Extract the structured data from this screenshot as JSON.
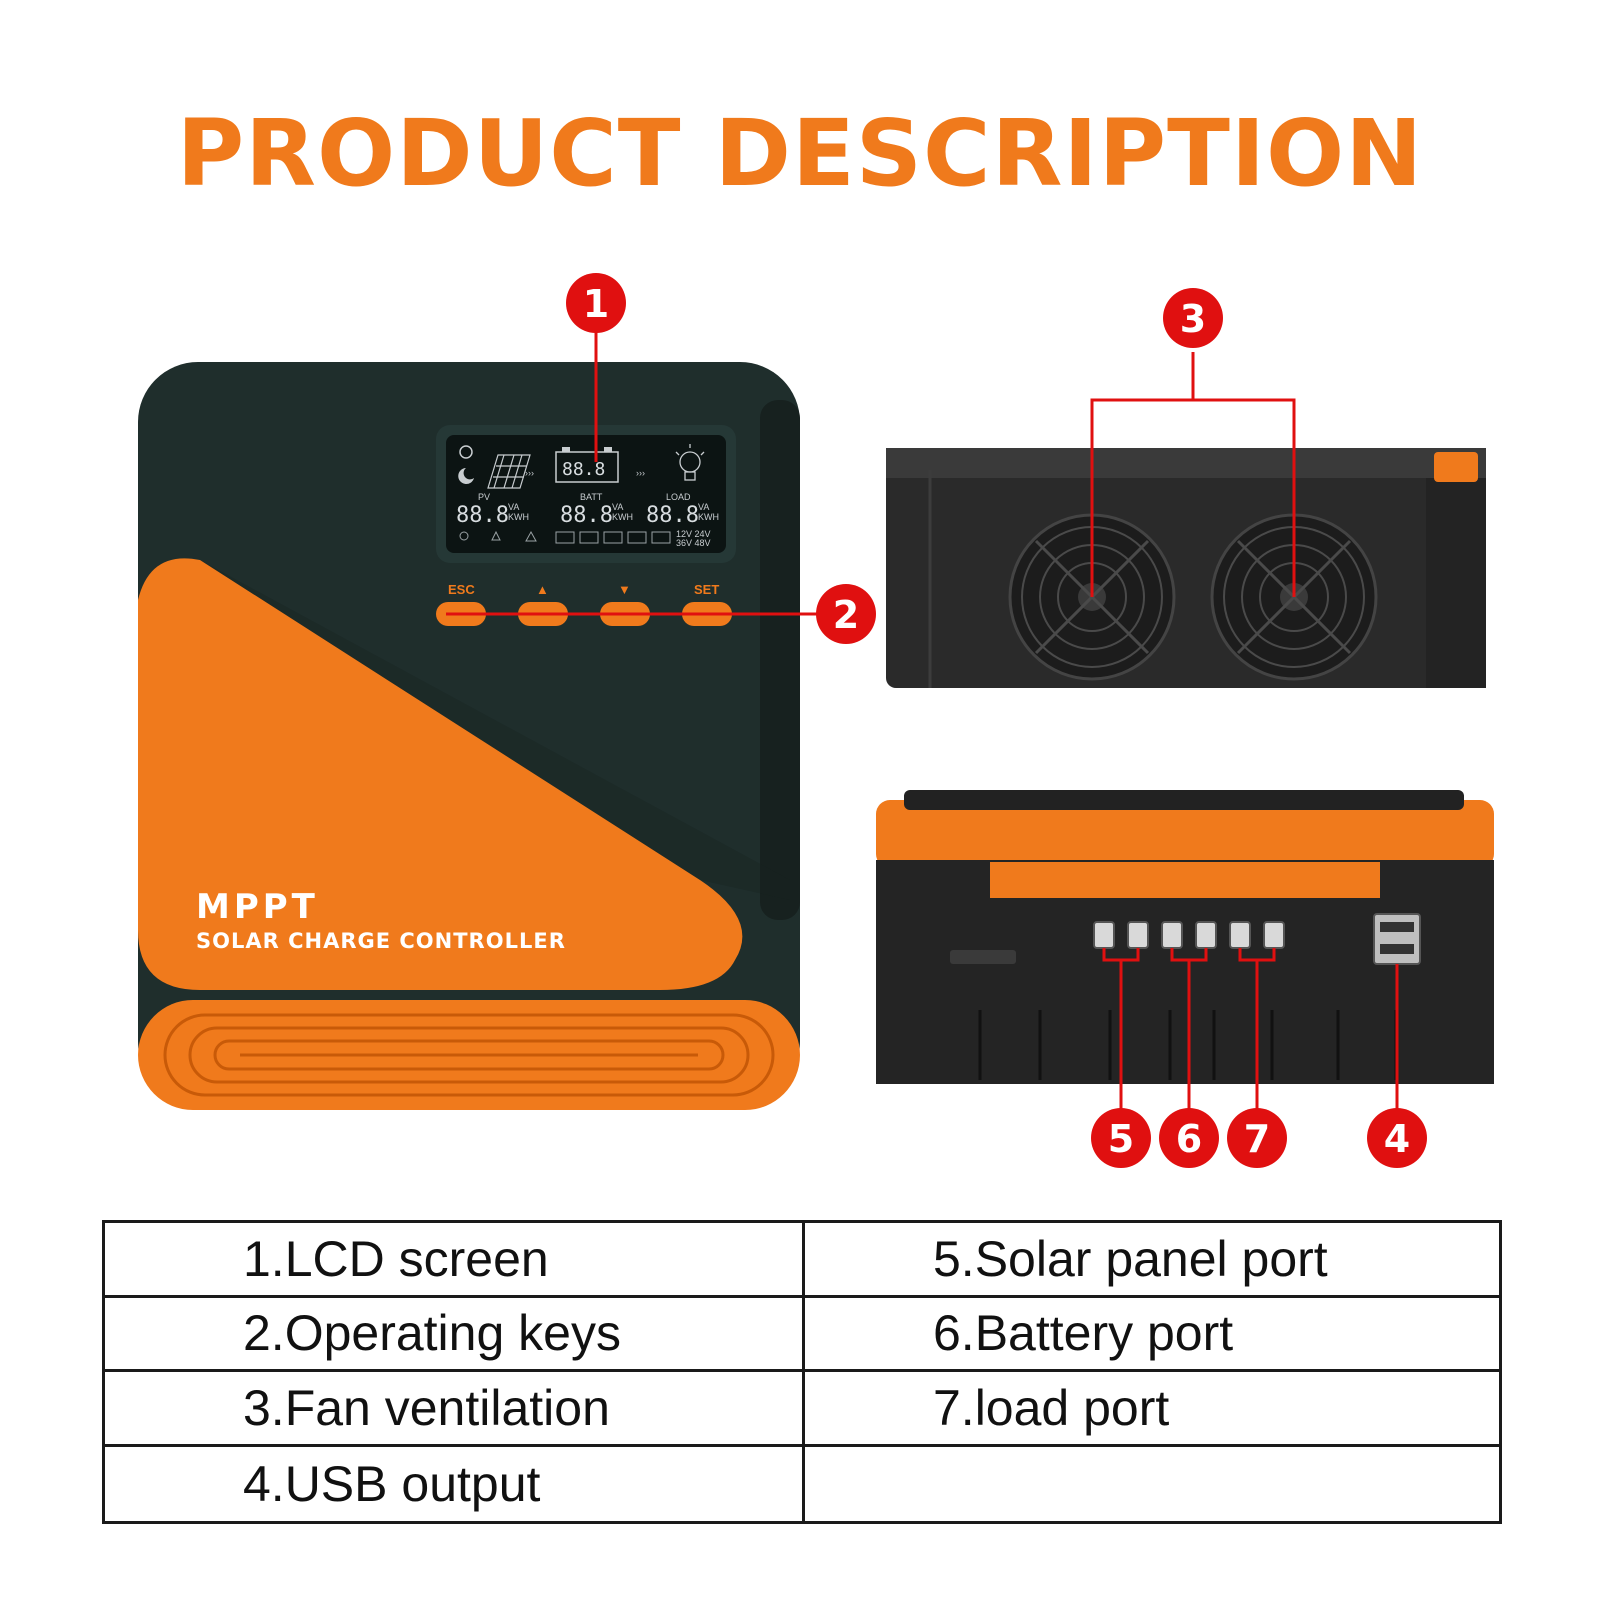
{
  "title": "PRODUCT DESCRIPTION",
  "device": {
    "brand_line1": "MPPT",
    "brand_line2": "SOLAR CHARGE CONTROLLER",
    "keys": [
      "ESC",
      "▲",
      "▼",
      "SET"
    ],
    "lcd": {
      "pv_label": "PV",
      "batt_label": "BATT",
      "load_label": "LOAD",
      "pv_value": "88.8",
      "batt_value": "88.8",
      "load_value": "88.8",
      "batt_top_value": "88.8",
      "unit_top": "VA",
      "unit_bottom": "KWH",
      "volt_line1": "12V 24V",
      "volt_line2": "36V 48V"
    }
  },
  "callouts": [
    "1",
    "2",
    "3",
    "4",
    "5",
    "6",
    "7"
  ],
  "legend": {
    "left": [
      "1.LCD screen",
      "2.Operating keys",
      "3.Fan ventilation",
      "4.USB output"
    ],
    "right": [
      "5.Solar panel port",
      "6.Battery port",
      "7.load port",
      ""
    ]
  },
  "colors": {
    "accent_orange": "#f07a1c",
    "device_dark": "#1f2e2c",
    "callout_red": "#e01010"
  }
}
